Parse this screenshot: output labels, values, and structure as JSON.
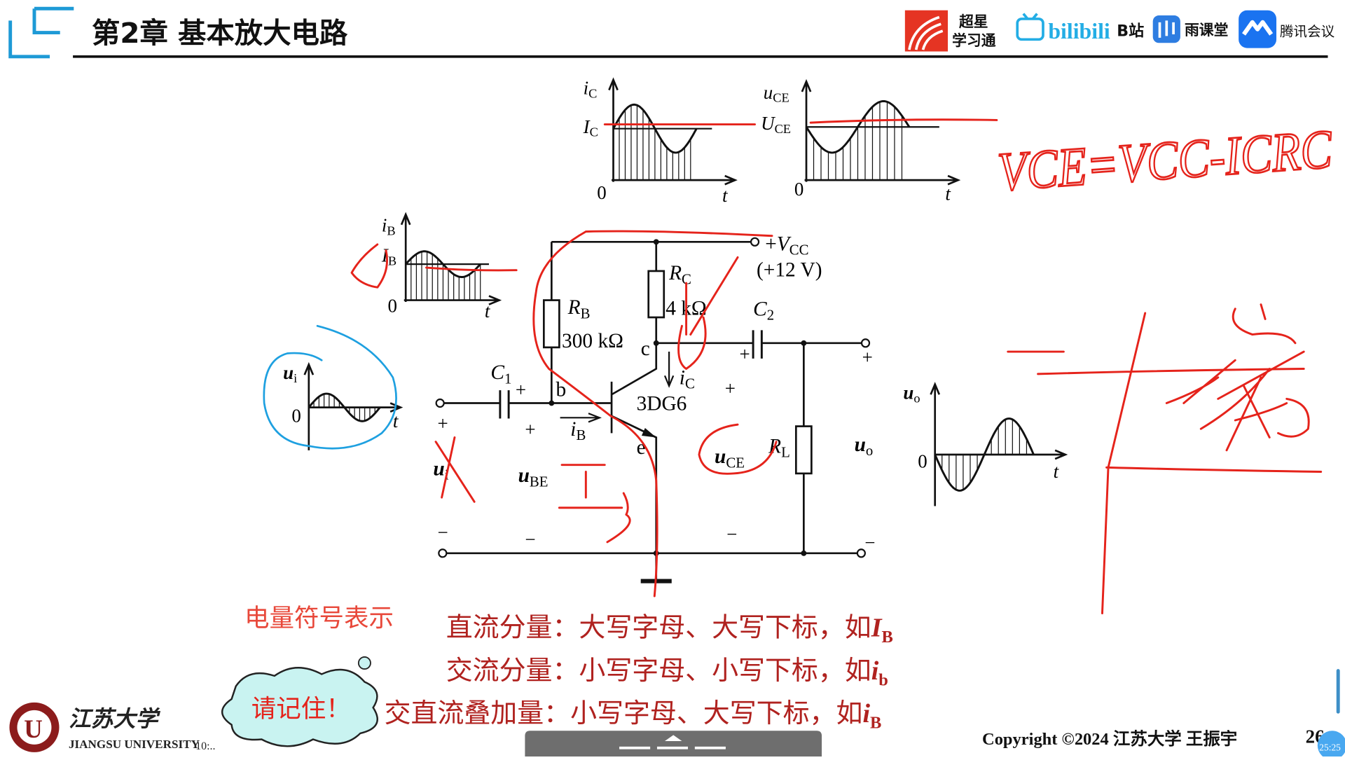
{
  "header": {
    "title": "第2章 基本放大电路",
    "logos": {
      "chaoxing": "超星学习通",
      "chaoxing_line1": "超星",
      "chaoxing_line2": "学习通",
      "bilibili": "bilibili",
      "bzhan": "B站",
      "yuketang": "雨课堂",
      "tencent_meeting": "腾讯会议"
    },
    "accent_color": "#1e9ad6"
  },
  "graphs": {
    "ic": {
      "var": "i",
      "var_sub": "C",
      "dc": "I",
      "dc_sub": "C",
      "origin": "0",
      "t": "t"
    },
    "uce": {
      "var": "u",
      "var_sub": "CE",
      "dc": "U",
      "dc_sub": "CE",
      "origin": "0",
      "t": "t"
    },
    "ib": {
      "var": "i",
      "var_sub": "B",
      "dc": "I",
      "dc_sub": "B",
      "origin": "0",
      "t": "t"
    },
    "ui": {
      "var": "u",
      "var_sub": "i",
      "origin": "0",
      "t": "t"
    },
    "uo": {
      "var": "u",
      "var_sub": "o",
      "origin": "0",
      "t": "t"
    }
  },
  "circuit": {
    "vcc": {
      "prefix": "+",
      "main": "V",
      "sub": "CC"
    },
    "vcc_value": "(+12 V)",
    "rc": {
      "main": "R",
      "sub": "C",
      "value": "4 kΩ"
    },
    "rb": {
      "main": "R",
      "sub": "B",
      "value": "300 kΩ"
    },
    "c1": {
      "main": "C",
      "sub": "1"
    },
    "c2": {
      "main": "C",
      "sub": "2"
    },
    "rl": {
      "main": "R",
      "sub": "L"
    },
    "transistor": "3DG6",
    "node_b": "b",
    "node_c": "c",
    "node_e": "e",
    "ic": {
      "main": "i",
      "sub": "C"
    },
    "ib": {
      "main": "i",
      "sub": "B"
    },
    "ui": {
      "main": "u",
      "sub": "i"
    },
    "ube": {
      "main": "u",
      "sub": "BE"
    },
    "uce": {
      "main": "u",
      "sub": "CE"
    },
    "uo": {
      "main": "u",
      "sub": "o"
    },
    "plus": "+",
    "minus": "−"
  },
  "notes": {
    "heading": "电量符号表示",
    "dc": {
      "text": "直流分量：大写字母、大写下标，如",
      "main": "I",
      "sub": "B"
    },
    "ac": {
      "text": "交流分量：小写字母、小写下标，如",
      "main": "i",
      "sub": "b"
    },
    "mixed": {
      "text": "交直流叠加量：小写字母、大写下标，如",
      "main": "i",
      "sub": "B"
    },
    "reminder": "请记住！",
    "heading_color": "#e8483a",
    "text_color": "#b0221f"
  },
  "footer": {
    "university_cn": "江苏大学",
    "university_en": "JIANGSU UNIVERSITY",
    "time": "10:..",
    "copyright": "Copyright ©2024 江苏大学 王振宇",
    "page": "26",
    "timer": "25:25"
  },
  "annotations": {
    "handwritten_formula": "VCE=VCC-ICRC",
    "ink_color": "#e5231b",
    "circle_color": "#1ea0e0"
  }
}
